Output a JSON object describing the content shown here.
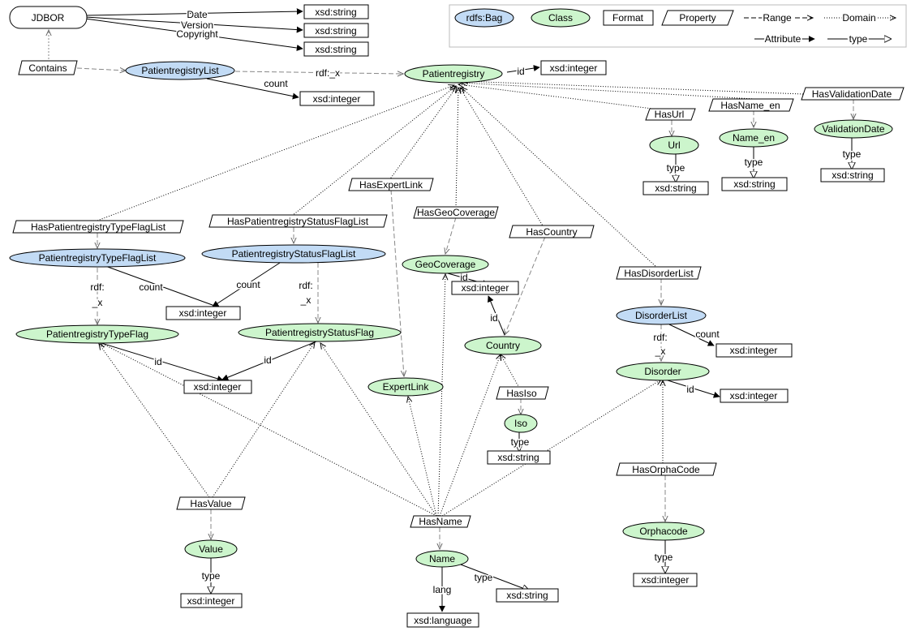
{
  "colors": {
    "bag_fill": "#c2dbf5",
    "class_fill": "#ccf5cc",
    "box_fill": "#ffffff",
    "line": "#000000",
    "dashed_line": "#888888"
  },
  "legend": {
    "bag": "rdfs:Bag",
    "class": "Class",
    "format": "Format",
    "property": "Property",
    "range": "Range",
    "domain": "Domain",
    "attribute": "Attribute",
    "type": "type"
  },
  "nodes": {
    "jdbor": "JDBOR",
    "xsd_string_date": "xsd:string",
    "xsd_string_version": "xsd:string",
    "xsd_string_copyright": "xsd:string",
    "contains": "Contains",
    "patientregistry_list": "PatientregistryList",
    "xsd_integer_count_top": "xsd:integer",
    "patientregistry": "Patientregistry",
    "xsd_integer_id_top": "xsd:integer",
    "has_url": "HasUrl",
    "has_name_en": "HasName_en",
    "has_validation_date": "HasValidationDate",
    "url": "Url",
    "name_en": "Name_en",
    "validation_date": "ValidationDate",
    "xsd_string_url": "xsd:string",
    "xsd_string_name_en": "xsd:string",
    "xsd_string_validation": "xsd:string",
    "has_expert_link": "HasExpertLink",
    "has_geo_coverage": "HasGeoCoverage",
    "has_country": "HasCountry",
    "has_type_flag_list": "HasPatientregistryTypeFlagList",
    "has_status_flag_list": "HasPatientregistryStatusFlagList",
    "type_flag_list": "PatientregistryTypeFlagList",
    "status_flag_list": "PatientregistryStatusFlagList",
    "xsd_integer_count_flags": "xsd:integer",
    "geo_coverage": "GeoCoverage",
    "xsd_integer_geo": "xsd:integer",
    "has_disorder_list": "HasDisorderList",
    "disorder_list": "DisorderList",
    "xsd_integer_disorder_count": "xsd:integer",
    "type_flag": "PatientregistryTypeFlag",
    "status_flag": "PatientregistryStatusFlag",
    "country": "Country",
    "disorder": "Disorder",
    "xsd_integer_flags_id": "xsd:integer",
    "expert_link": "ExpertLink",
    "has_iso": "HasIso",
    "xsd_integer_disorder_id": "xsd:integer",
    "iso": "Iso",
    "xsd_string_iso": "xsd:string",
    "has_orpha_code": "HasOrphaCode",
    "has_value": "HasValue",
    "has_name": "HasName",
    "value": "Value",
    "orphacode": "Orphacode",
    "name": "Name",
    "xsd_integer_value": "xsd:integer",
    "xsd_integer_orphacode": "xsd:integer",
    "xsd_string_name": "xsd:string",
    "xsd_language": "xsd:language"
  },
  "edges": {
    "date": "Date",
    "version": "Version",
    "copyright": "Copyright",
    "rdf_x_top": "rdf:_x",
    "count_top": "count",
    "id_top": "id",
    "type_url": "type",
    "type_name_en": "type",
    "type_validation": "type",
    "count_type_list": "count",
    "count_status_list": "count",
    "rdf_type_1": "rdf:",
    "rdf_type_2": "_x",
    "rdf_status_1": "rdf:",
    "rdf_status_2": "_x",
    "id_geo": "id",
    "id_country": "id",
    "count_disorder": "count",
    "rdf_disorder_1": "rdf:",
    "rdf_disorder_2": "_x",
    "id_type_flag": "id",
    "id_status_flag": "id",
    "id_disorder": "id",
    "type_iso": "type",
    "type_value": "type",
    "type_orphacode": "type",
    "type_name": "type",
    "lang_name": "lang"
  }
}
